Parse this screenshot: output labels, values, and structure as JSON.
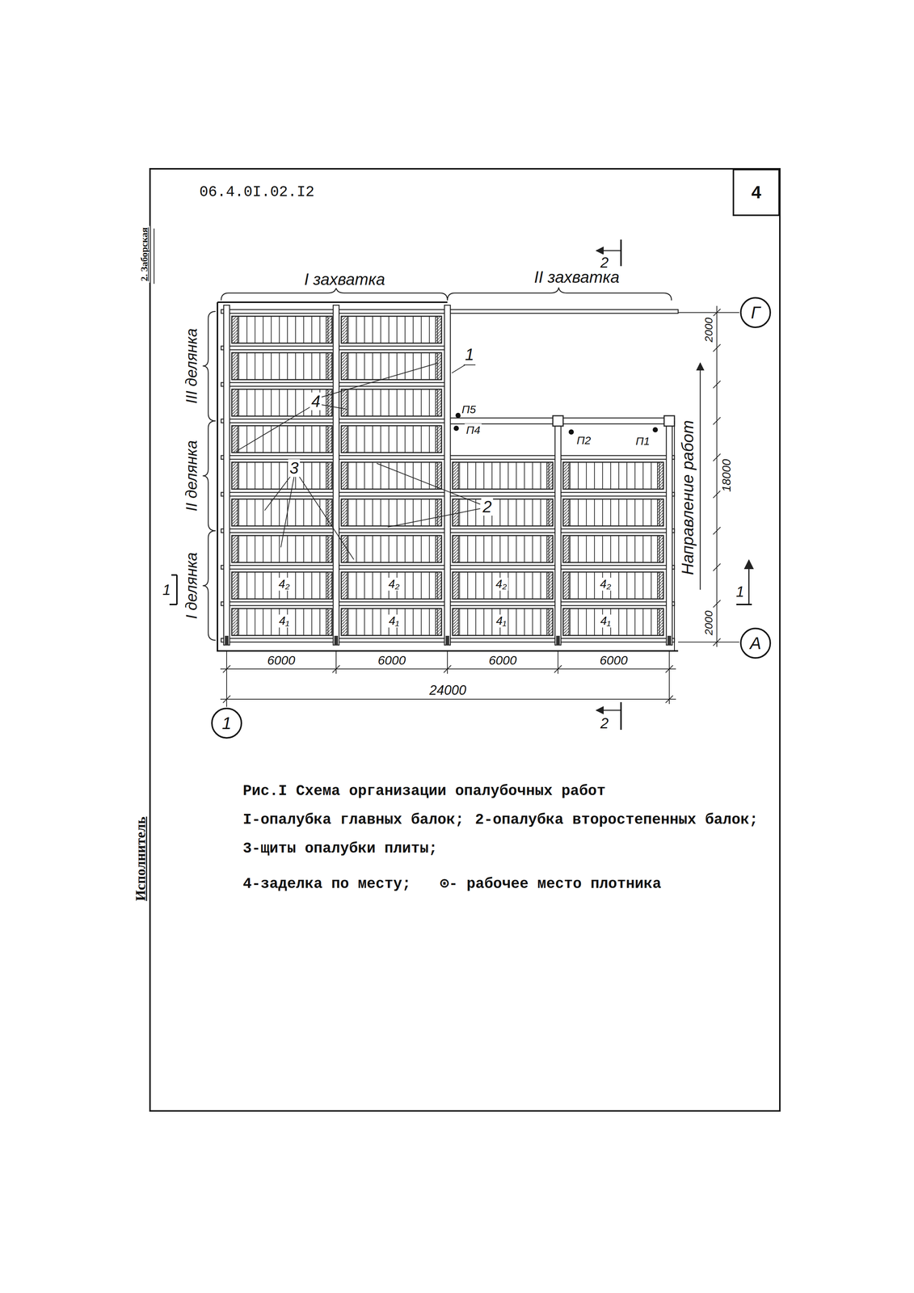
{
  "diagram": {
    "caption": "Рис.I Схема организации опалубочных работ",
    "nodes": [
      {
        "text": [
          "4"
        ]
      },
      {
        "text": [
          "Г"
        ]
      },
      {
        "text": [
          "А"
        ]
      },
      {
        "text": [
          "1"
        ]
      }
    ],
    "labels": [
      "06.4.0I.02.I2",
      "2. Заборская",
      "Исполнитель",
      "I захватка",
      "II захватка",
      "2",
      "III делянка",
      "II делянка",
      "I делянка",
      "1",
      "4",
      "3",
      "2",
      "П5",
      "П4",
      "П2",
      "П1",
      "4₂",
      "4₂",
      "4₂",
      "4₂",
      "4₁",
      "4₁",
      "4₁",
      "4₁",
      "6000",
      "6000",
      "6000",
      "6000",
      "24000",
      "2000",
      "18000",
      "2000",
      "Направление работ",
      "1",
      "1",
      "2",
      "I-опалубка главных балок;",
      "2-опалубка второстепенных балок;",
      "3-щиты опалубки плиты;",
      "4-заделка по месту;",
      "⊙- рабочее место плотника"
    ]
  }
}
